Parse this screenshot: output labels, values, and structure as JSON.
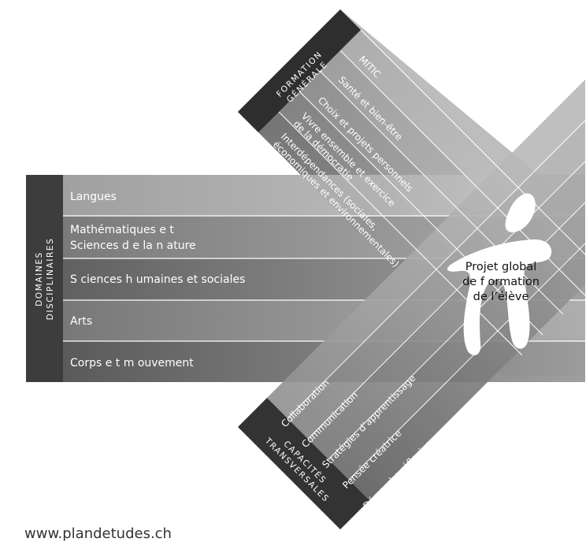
{
  "formation_generale": {
    "title_lines": [
      "FORMATION",
      "GÉNÉRALE"
    ],
    "items": [
      {
        "lines": [
          "MITIC"
        ]
      },
      {
        "lines": [
          "Santé et bien-être"
        ]
      },
      {
        "lines": [
          "Choix et projets personnels"
        ]
      },
      {
        "lines": [
          "Vivre ensemble et exercice",
          "de la démocratie"
        ]
      },
      {
        "lines": [
          "Interdépendances (sociales,",
          "économiques et environnementales)"
        ]
      }
    ]
  },
  "domaines_disciplinaires": {
    "title_lines": [
      "DOMAINES",
      "DISCIPLINAIRES"
    ],
    "items": [
      {
        "lines": [
          "Langues"
        ]
      },
      {
        "lines": [
          "Mathématiques e t",
          "Sciences d e la n ature"
        ]
      },
      {
        "lines": [
          "S ciences h umaines et sociales"
        ]
      },
      {
        "lines": [
          "Arts"
        ]
      },
      {
        "lines": [
          "Corps e t m ouvement"
        ]
      }
    ]
  },
  "capacites_transversales": {
    "title_lines": [
      "CAPACITÉS",
      "TRANSVERSALES"
    ],
    "items": [
      {
        "lines": [
          "Collaboration"
        ]
      },
      {
        "lines": [
          "Communication"
        ]
      },
      {
        "lines": [
          "Stratégies d’apprentissage"
        ]
      },
      {
        "lines": [
          "Pensée créatrice"
        ]
      },
      {
        "lines": [
          "Démarche réflexive"
        ]
      }
    ]
  },
  "center": {
    "lines": [
      "Projet global",
      "de f ormation",
      "de l’élève"
    ]
  },
  "footer": {
    "url": "www.plandetudes.ch"
  }
}
